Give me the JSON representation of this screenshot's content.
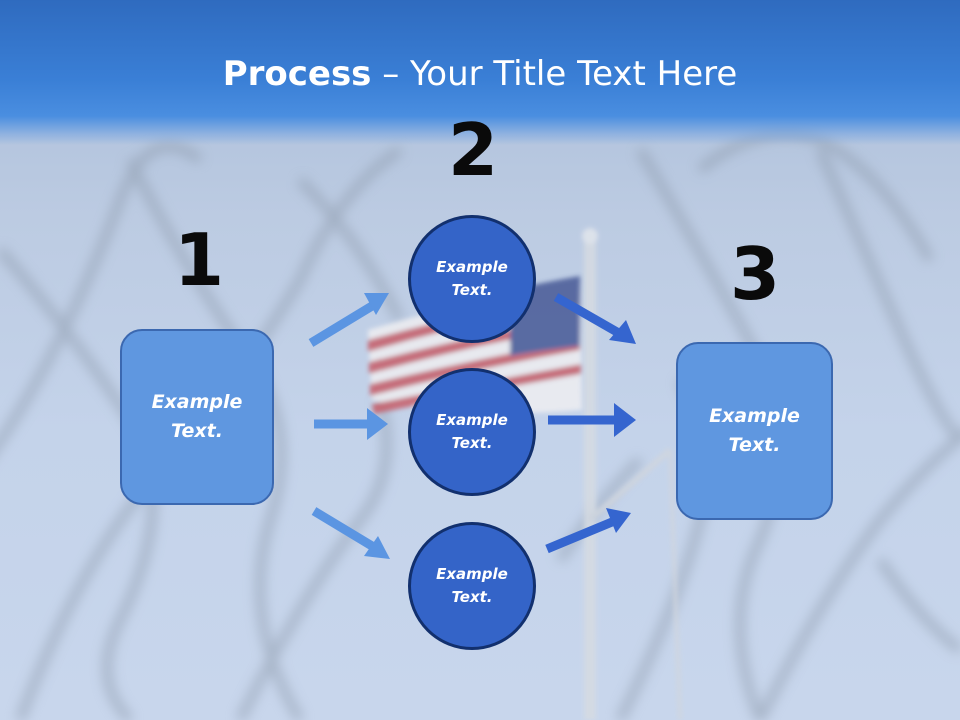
{
  "title": {
    "bold": "Process",
    "rest": " – Your Title Text Here"
  },
  "steps": {
    "one": "1",
    "two": "2",
    "three": "3"
  },
  "nodes": {
    "left_box": "Example\nText.",
    "circle_top": "Example\nText.",
    "circle_middle": "Example\nText.",
    "circle_bottom": "Example\nText.",
    "right_box": "Example\nText."
  },
  "colors": {
    "title_band": "#3a7fd6",
    "box_fill": "#5f97e0",
    "circle_fill": "#3464c8",
    "arrow_light": "#5b95e2",
    "arrow_dark": "#3565cf"
  }
}
